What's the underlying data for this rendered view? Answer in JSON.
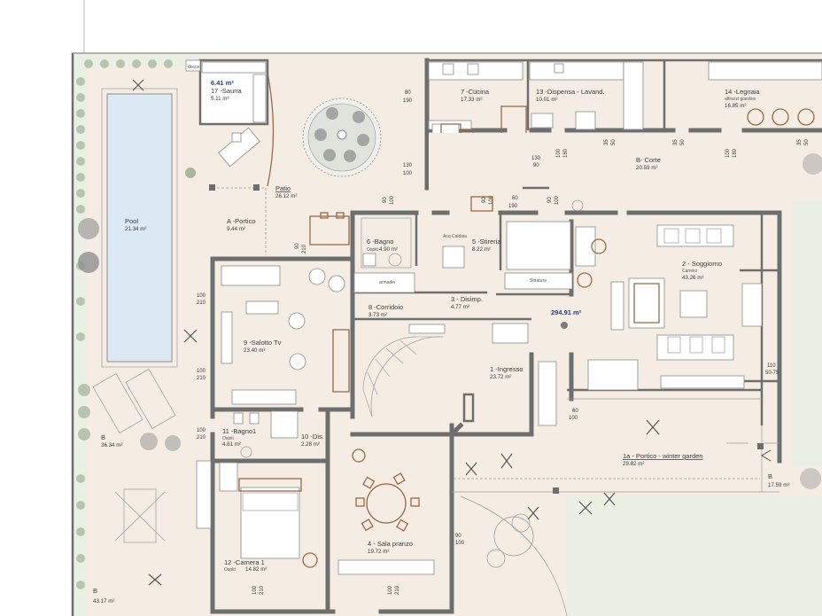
{
  "rooms": [
    {
      "name": "17 -Sauna",
      "area": "5.11 m²"
    },
    {
      "name": "Patio",
      "area": "26.12 m²"
    },
    {
      "name": "7 -Cucina",
      "area": "17.33 m²"
    },
    {
      "name": "13 -Dispensa - Lavand.",
      "area": "10.01 m²"
    },
    {
      "name": "14 -Legnaia",
      "sub": "attrezzi giardino",
      "area": "16.85 m²"
    },
    {
      "name": "B- Corte",
      "area": "20.59 m²"
    },
    {
      "name": "Pool",
      "area": "21.34 m²"
    },
    {
      "name": "A -Portico",
      "area": "9.44 m²"
    },
    {
      "name": "6 -Bagno",
      "sub": "Ospiti",
      "area": "4.90 m²"
    },
    {
      "name": "5 -Stireria",
      "area": "8.22 m²"
    },
    {
      "name": "2 - Soggiorno",
      "sub": "Camino",
      "area": "43.26 m²"
    },
    {
      "name": "3 - Disimp.",
      "area": "4.77 m²"
    },
    {
      "name": "8 -Corridoio",
      "area": "3.73 m²"
    },
    {
      "name": "9 -Salotto Tv",
      "area": "23.40 m²"
    },
    {
      "name": "1 -Ingresso",
      "area": "23.72 m²"
    },
    {
      "name": "11 -Bagno1",
      "sub": "Ospiti",
      "area": "4.81 m²"
    },
    {
      "name": "10 -Dis.",
      "area": "2.28 m²"
    },
    {
      "name": "1a - Portico - winter garden",
      "area": "29.82 m²"
    },
    {
      "name": "B",
      "area": "36.34 m²"
    },
    {
      "name": "B",
      "area": "17.59 m²"
    },
    {
      "name": "12 -Camera 1",
      "sub": "Ospiti",
      "area": "14.82 m²"
    },
    {
      "name": "4 - Sala pranzo",
      "area": "19.72 m²"
    },
    {
      "name": "B",
      "area": "43.17 m²"
    }
  ],
  "total_area": "294.91 m²",
  "sauna_highlight": "6.41 m²",
  "dimension_labels": [
    {
      "a": "80",
      "b": "190"
    },
    {
      "a": "130",
      "b": "100"
    },
    {
      "a": "90",
      "b": "210"
    },
    {
      "a": "100",
      "b": "210"
    },
    {
      "a": "100",
      "b": "210"
    },
    {
      "a": "100",
      "b": "210"
    },
    {
      "a": "90",
      "b": "100"
    },
    {
      "a": "90",
      "b": "100"
    },
    {
      "a": "60",
      "b": "190"
    },
    {
      "a": "90",
      "b": "100"
    },
    {
      "a": "130",
      "b": "90"
    },
    {
      "a": "100",
      "b": "180"
    },
    {
      "a": "35",
      "b": "50"
    },
    {
      "a": "35",
      "b": "50"
    },
    {
      "a": "100",
      "b": "180"
    },
    {
      "a": "35",
      "b": "50"
    },
    {
      "a": "110",
      "b": "50-75"
    },
    {
      "a": "60",
      "b": "100"
    },
    {
      "a": "90",
      "b": "100"
    },
    {
      "a": "100",
      "b": "210"
    },
    {
      "a": "100",
      "b": "210"
    }
  ],
  "small_labels": [
    "docce",
    "Acq Caldaia",
    "armadio",
    "Stiratura"
  ],
  "colors": {
    "floor": "#f5ede4",
    "garden": "#e9f0e3",
    "wall": "#6e6e6e",
    "furniture_accent": "#9a6a48",
    "total": "#2c3e78"
  }
}
